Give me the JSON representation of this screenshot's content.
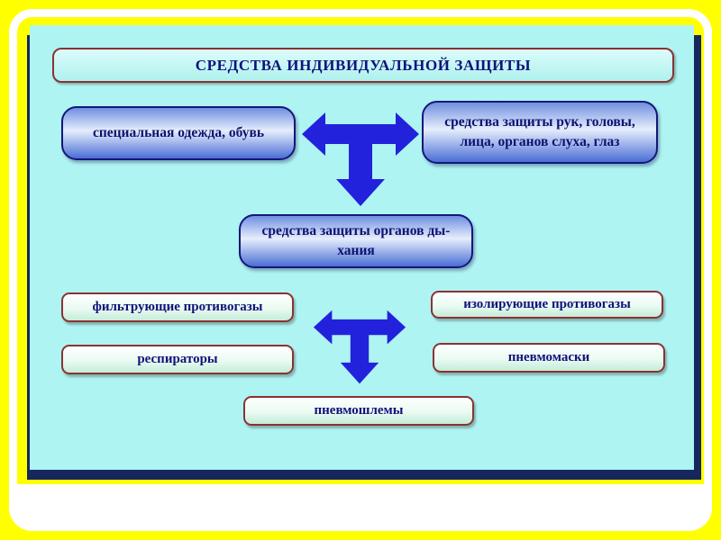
{
  "slide": {
    "title": "СРЕДСТВА ИНДИВИДУАЛЬНОЙ ЗАЩИТЫ",
    "top": {
      "left_box": "специальная одежда, обувь",
      "right_box": "средства защиты рук, головы,\nлица, органов слуха, глаз"
    },
    "middle_box": "средства защиты органов ды-\nхания",
    "bottom": {
      "left_items": [
        "фильтрующие противогазы",
        "респираторы"
      ],
      "right_items": [
        "изолирующие противогазы",
        "пневмомаски"
      ],
      "center_item": "пневмошлемы"
    },
    "colors": {
      "background": "#ffff00",
      "panel": "#aef4f2",
      "panel_shadow": "#15275e",
      "arrow": "#2222dd",
      "maroon_border": "#8b3232",
      "blue_border": "#16167a",
      "text": "#10127a"
    }
  }
}
